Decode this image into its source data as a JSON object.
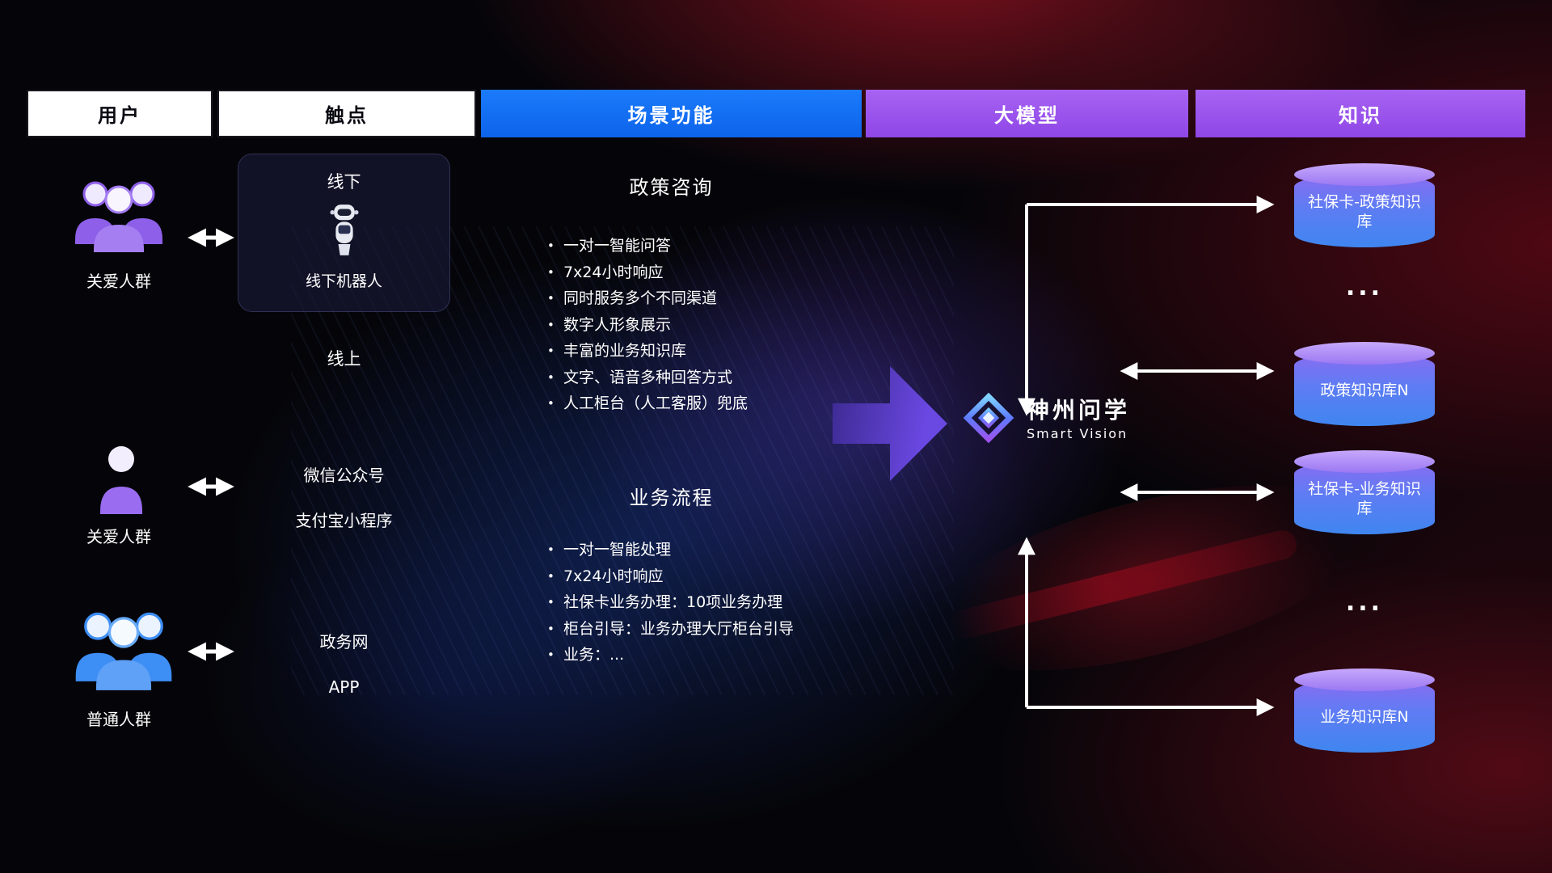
{
  "header": {
    "columns": [
      {
        "label": "用户"
      },
      {
        "label": "触点"
      },
      {
        "label": "场景功能"
      },
      {
        "label": "大模型"
      },
      {
        "label": "知识"
      }
    ]
  },
  "users": [
    {
      "label": "关爱人群",
      "icon": "group-people-purple-icon"
    },
    {
      "label": "关爱人群",
      "icon": "person-purple-icon"
    },
    {
      "label": "普通人群",
      "icon": "group-people-blue-icon"
    }
  ],
  "touchpoints": {
    "offline_title": "线下",
    "offline_robot_label": "线下机器人",
    "robot_icon": "robot-icon",
    "online_label": "线上",
    "wechat": "微信公众号",
    "alipay": "支付宝小程序",
    "gov_web": "政务网",
    "app": "APP"
  },
  "scenes": [
    {
      "title": "政策咨询",
      "items": [
        "一对一智能问答",
        "7x24小时响应",
        "同时服务多个不同渠道",
        "数字人形象展示",
        "丰富的业务知识库",
        "文字、语音多种回答方式",
        "人工柜台（人工客服）兜底"
      ]
    },
    {
      "title": "业务流程",
      "items": [
        "一对一智能处理",
        "7x24小时响应",
        "社保卡业务办理：10项业务办理",
        "柜台引导：业务办理大厅柜台引导",
        "业务：..."
      ]
    }
  ],
  "model": {
    "name": "神州问学",
    "subtitle": "Smart Vision",
    "icon": "diamond-logo-icon"
  },
  "knowledge": {
    "items": [
      {
        "type": "cylinder",
        "label": "社保卡-政策知识库"
      },
      {
        "type": "ellipsis",
        "label": "..."
      },
      {
        "type": "cylinder",
        "label": "政策知识库N"
      },
      {
        "type": "cylinder",
        "label": "社保卡-业务知识库"
      },
      {
        "type": "ellipsis",
        "label": "..."
      },
      {
        "type": "cylinder",
        "label": "业务知识库N"
      }
    ]
  },
  "colors": {
    "scene_header_bg": "#1470f5",
    "model_header_bg": "#9b55ee",
    "knowledge_header_bg": "#9b55ee",
    "accent_purple": "#8a5cf0",
    "accent_blue": "#3f86f0",
    "glow_red": "#c81e32",
    "arrow_white": "#ffffff"
  }
}
